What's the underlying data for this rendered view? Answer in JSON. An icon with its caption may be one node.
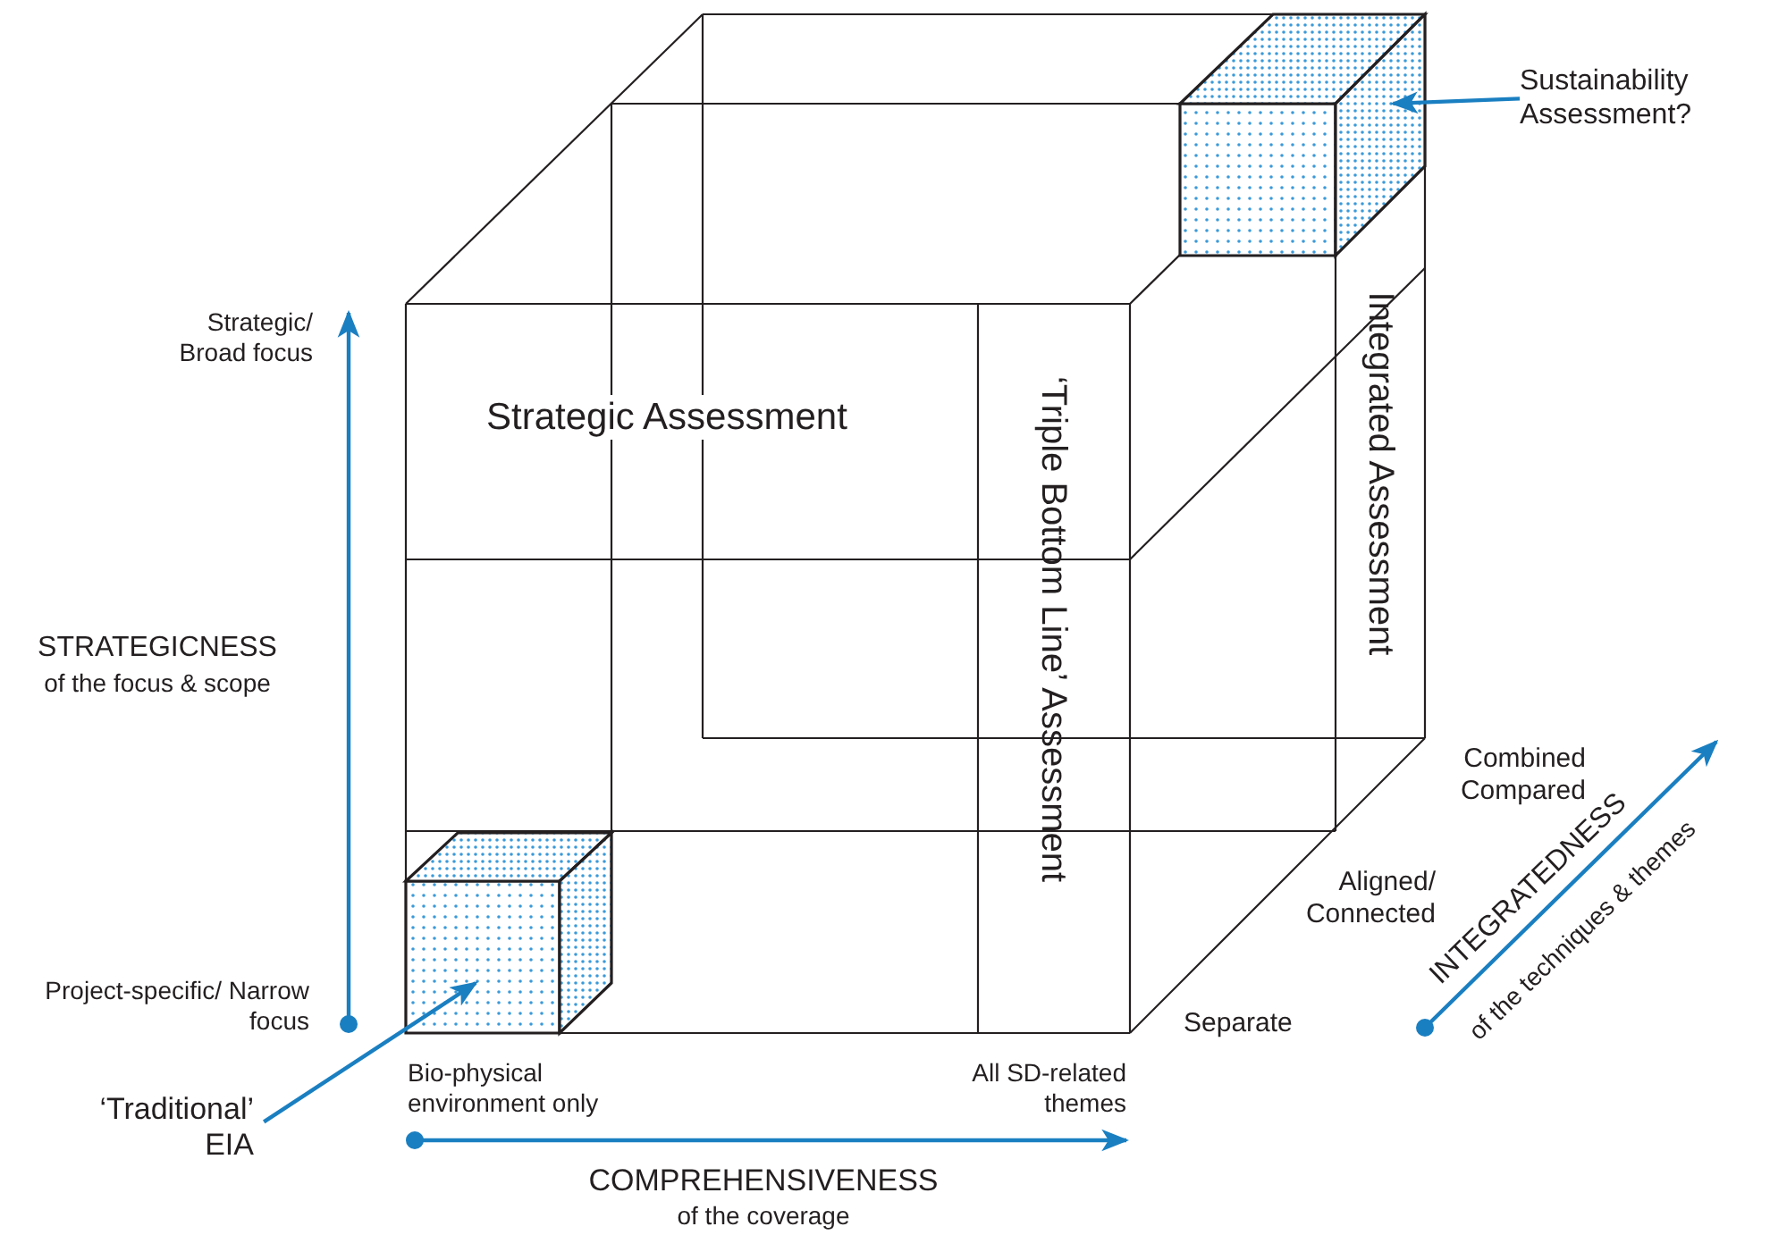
{
  "diagram": {
    "nodes": [
      {
        "text": [
          "Sustainability Assessment?"
        ]
      },
      {
        "text": [],
        "shape": "box"
      },
      {
        "text": [
          "‘Traditional’ EIA"
        ]
      },
      {
        "text": [],
        "shape": "box"
      }
    ],
    "edges": [
      {
        "from": 0,
        "to": 1,
        "arrow": "to"
      },
      {
        "from": 2,
        "to": 3,
        "arrow": "to"
      }
    ],
    "labels": [
      "Strategic/ Broad focus",
      "Strategic Assessment",
      "‘Triple Bottom Line’ Assessment",
      "Integrated Assessment",
      "STRATEGICNESS",
      "of the focus & scope",
      "Combined Compared",
      "Aligned/ Connected",
      "INTEGRATEDNESS",
      "of the techniques & themes",
      "Project-specific/ Narrow focus",
      "Separate",
      "Bio-physical environment only",
      "All SD-related themes",
      "COMPREHENSIVENESS",
      "of the coverage"
    ]
  }
}
